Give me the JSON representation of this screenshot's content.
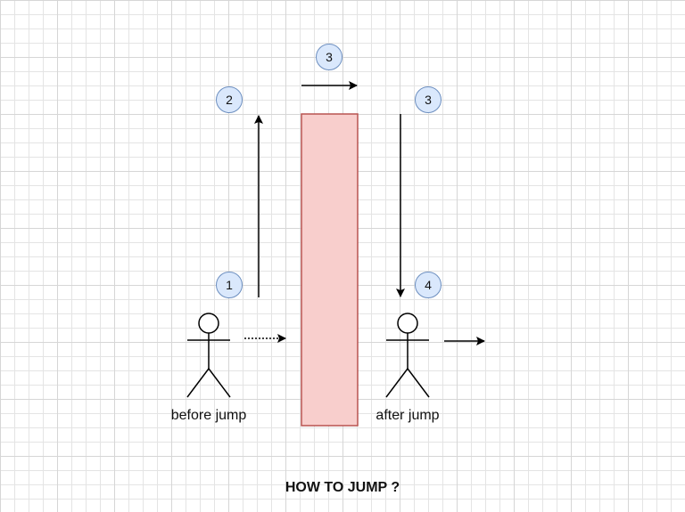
{
  "diagram": {
    "title": "HOW TO JUMP ?",
    "figures": {
      "before": {
        "caption": "before jump"
      },
      "after": {
        "caption": "after jump"
      }
    },
    "steps": [
      {
        "id": "step-1",
        "label": "1"
      },
      {
        "id": "step-2",
        "label": "2"
      },
      {
        "id": "step-3-top",
        "label": "3"
      },
      {
        "id": "step-3-right",
        "label": "3"
      },
      {
        "id": "step-4",
        "label": "4"
      }
    ],
    "colors": {
      "obstacle_fill": "#f8cecc",
      "obstacle_stroke": "#b85450",
      "badge_fill": "#dae8fc",
      "badge_stroke": "#6c8ebf",
      "line": "#000000"
    }
  }
}
